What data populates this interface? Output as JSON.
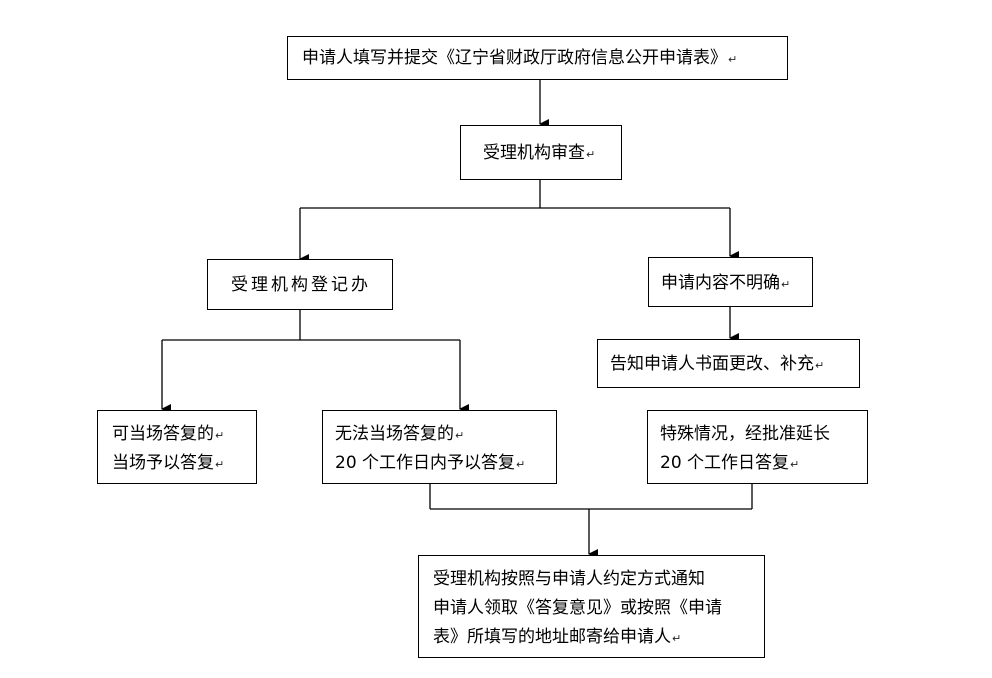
{
  "nodes": {
    "apply": {
      "text": "申请人填写并提交《辽宁省财政厅政府信息公开申请表》"
    },
    "review": {
      "text": "受理机构审查"
    },
    "register": {
      "text": "受理机构登记办"
    },
    "unclear": {
      "text": "申请内容不明确"
    },
    "notify_change": {
      "text": "告知申请人书面更改、补充"
    },
    "immediate": {
      "line1": "可当场答复的",
      "line2": "当场予以答复"
    },
    "within20": {
      "line1": "无法当场答复的",
      "line2": "20 个工作日内予以答复"
    },
    "special": {
      "line1": "特殊情况，经批准延长",
      "line2": "20 个工作日答复"
    },
    "final": {
      "line1": "受理机构按照与申请人约定方式通知",
      "line2": "申请人领取《答复意见》或按照《申请",
      "line3": "表》所填写的地址邮寄给申请人"
    }
  },
  "paragraph_mark": "↵"
}
